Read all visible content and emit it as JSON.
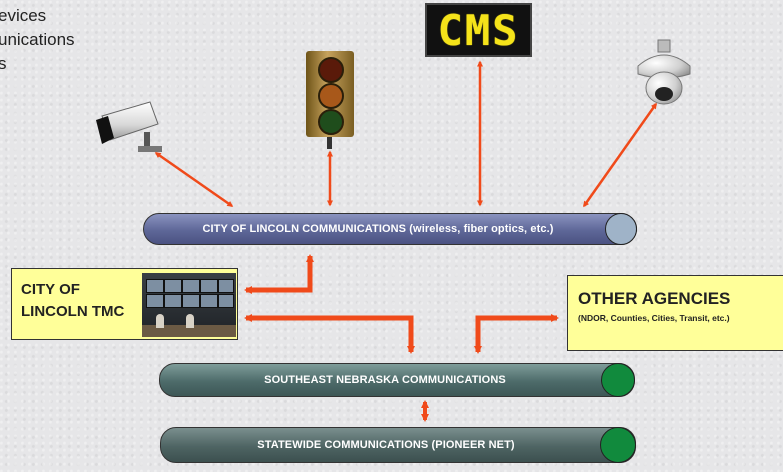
{
  "corner_text": "evices\nunications\ns",
  "cms_sign": "CMS",
  "buses": {
    "city": "CITY OF LINCOLN COMMUNICATIONS (wireless, fiber optics, etc.)",
    "southeast": "SOUTHEAST NEBRASKA COMMUNICATIONS",
    "statewide": "STATEWIDE COMMUNICATIONS (PIONEER NET)"
  },
  "tmc_box": {
    "label": "CITY OF\nLINCOLN TMC"
  },
  "other_box": {
    "title": "OTHER AGENCIES",
    "subtitle": "(NDOR, Counties, Cities, Transit, etc.)"
  },
  "device_icons": [
    "cctv-camera-icon",
    "traffic-signal-icon",
    "cms-sign-icon",
    "dome-camera-icon"
  ],
  "colors": {
    "arrow": "#f04a1a",
    "city_bus": "#5e6798",
    "regional_bus": "#4d6b6a",
    "green_cap": "#118a3d",
    "box_fill": "#ffff99",
    "cms_text": "#f5e31a"
  }
}
